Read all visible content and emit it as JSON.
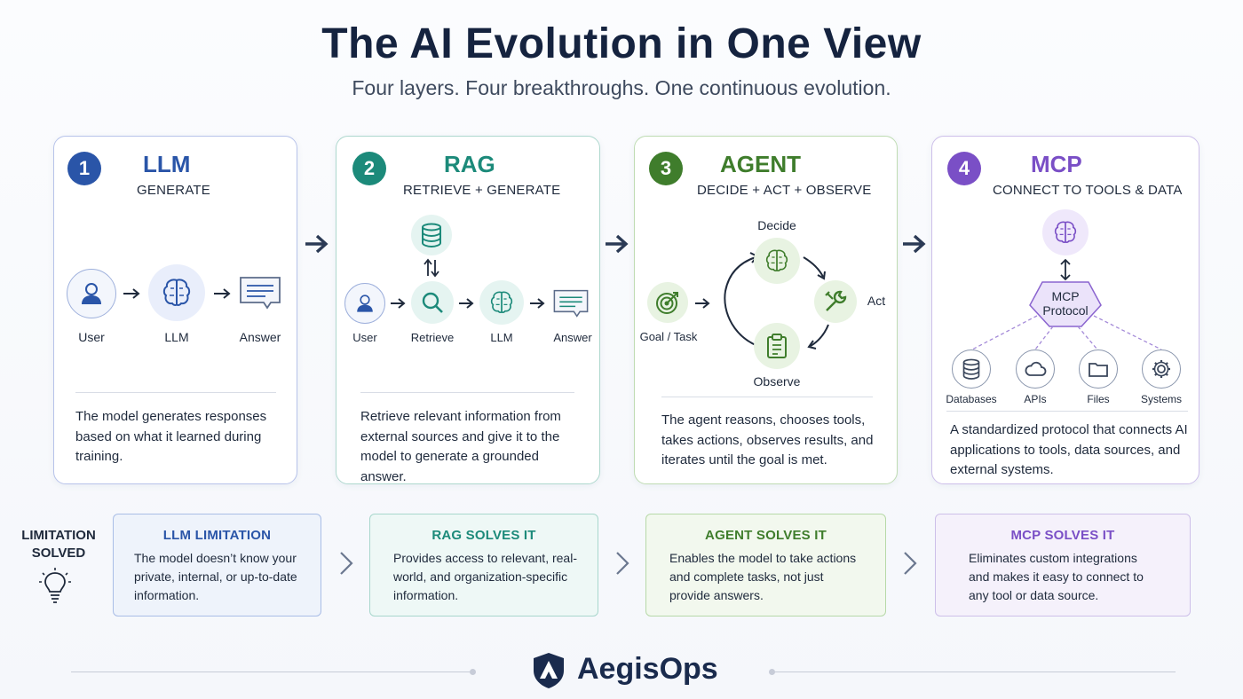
{
  "header": {
    "title": "The AI Evolution in One View",
    "subtitle": "Four layers. Four breakthroughs. One continuous evolution."
  },
  "colors": {
    "llm": "#2a55a8",
    "rag": "#1c8a7a",
    "agent": "#3f7d2c",
    "mcp": "#7a4fc6",
    "navy": "#1a2b4d"
  },
  "cards": [
    {
      "number": "1",
      "title": "LLM",
      "subtitle": "GENERATE",
      "nodes": [
        {
          "label": "User",
          "icon": "user-icon"
        },
        {
          "label": "LLM",
          "icon": "brain-icon"
        },
        {
          "label": "Answer",
          "icon": "chat-icon"
        }
      ],
      "description": "The model generates responses based on what it learned during training."
    },
    {
      "number": "2",
      "title": "RAG",
      "subtitle": "RETRIEVE + GENERATE",
      "nodes": [
        {
          "label": "User",
          "icon": "user-icon"
        },
        {
          "label": "Retrieve",
          "icon": "search-icon"
        },
        {
          "label": "LLM",
          "icon": "brain-icon"
        },
        {
          "label": "Answer",
          "icon": "chat-icon"
        },
        {
          "label": "",
          "icon": "database-icon"
        }
      ],
      "description": "Retrieve relevant information from external sources and give it to the model to generate a grounded answer."
    },
    {
      "number": "3",
      "title": "AGENT",
      "subtitle": "DECIDE + ACT + OBSERVE",
      "nodes": [
        {
          "label": "Goal / Task",
          "icon": "target-icon"
        },
        {
          "label": "Decide",
          "icon": "brain-icon"
        },
        {
          "label": "Act",
          "icon": "wrench-icon"
        },
        {
          "label": "Observe",
          "icon": "clipboard-icon"
        }
      ],
      "description": "The agent reasons, chooses tools, takes actions, observes results, and iterates until the goal is met."
    },
    {
      "number": "4",
      "title": "MCP",
      "subtitle": "CONNECT TO TOOLS & DATA",
      "protocol_label": "MCP Protocol",
      "nodes": [
        {
          "label": "",
          "icon": "brain-icon"
        },
        {
          "label": "Databases",
          "icon": "database-icon"
        },
        {
          "label": "APIs",
          "icon": "cloud-icon"
        },
        {
          "label": "Files",
          "icon": "folder-icon"
        },
        {
          "label": "Systems",
          "icon": "gear-icon"
        }
      ],
      "description": "A standardized protocol that connects AI applications to tools, data sources, and external systems."
    }
  ],
  "limitation": {
    "label": "LIMITATION SOLVED",
    "icon": "lightbulb-icon",
    "boxes": [
      {
        "title": "LLM LIMITATION",
        "text": "The model doesn’t know your private, internal, or up-to-date information."
      },
      {
        "title": "RAG SOLVES IT",
        "text": "Provides access to relevant, real-world, and organization-specific information."
      },
      {
        "title": "AGENT SOLVES IT",
        "text": "Enables the model to take actions and complete tasks, not just provide answers."
      },
      {
        "title": "MCP SOLVES IT",
        "text": "Eliminates custom integrations and makes it easy to connect to any tool or data source."
      }
    ]
  },
  "footer": {
    "brand": "AegisOps",
    "logo_icon": "shield-logo-icon"
  }
}
